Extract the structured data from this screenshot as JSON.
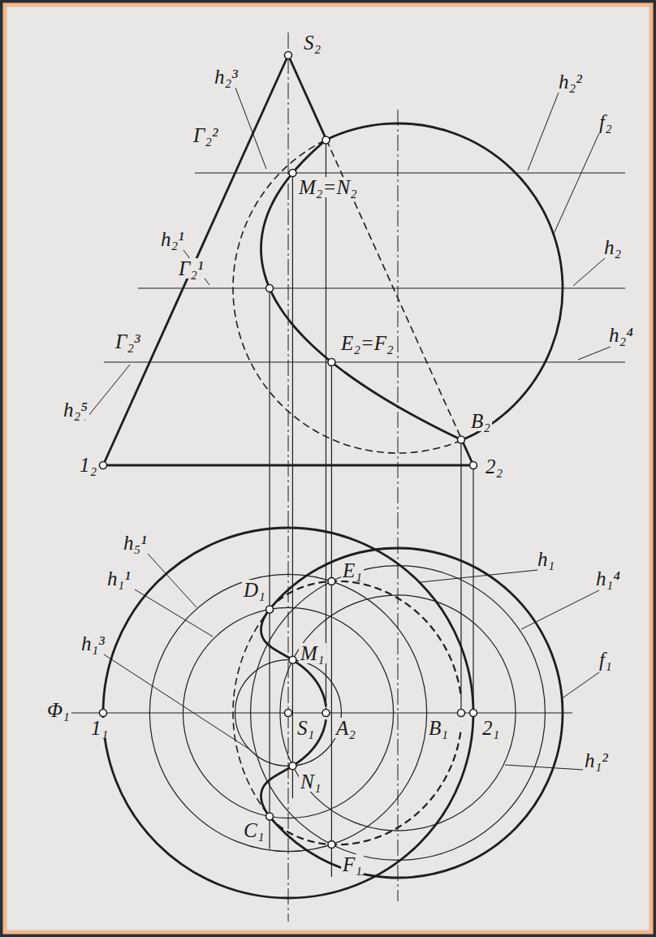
{
  "diagram": {
    "labels": [
      "S₂",
      "h₂³",
      "h₂²",
      "f₂",
      "Γ₂²",
      "M₂=N₂",
      "h₂¹",
      "Γ₂¹",
      "h₂",
      "E₂=F₂",
      "h₂⁴",
      "Γ₂³",
      "h₂⁵",
      "B₂",
      "1₂",
      "2₂",
      "h₅¹",
      "h₁¹",
      "h₁³",
      "D₁",
      "E₁",
      "M₁",
      "S₁",
      "A₂",
      "B₁",
      "2₁",
      "1₁",
      "Φ₁",
      "h₁",
      "h₁⁴",
      "f₁",
      "h₁²",
      "N₁",
      "C₁",
      "F₁"
    ]
  }
}
